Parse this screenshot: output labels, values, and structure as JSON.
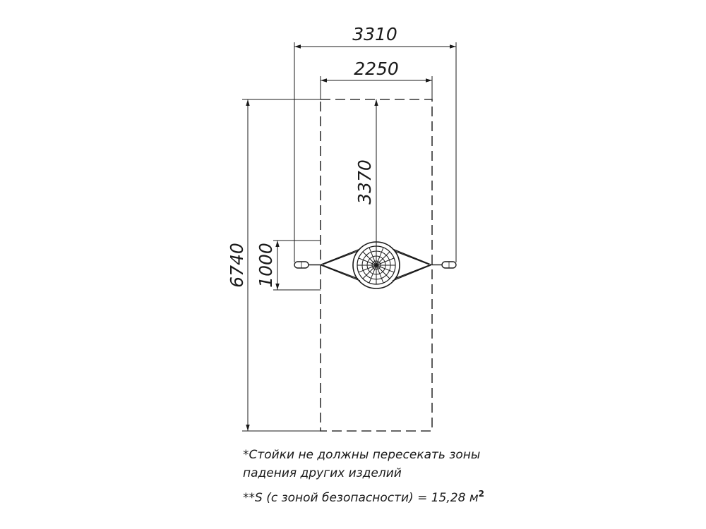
{
  "dimensions": {
    "overall_width": "3310",
    "zone_width": "2250",
    "overall_length": "6740",
    "half_length": "3370",
    "swing_depth": "1000"
  },
  "notes": {
    "line_1": "*Стойки не должны пересекать зоны",
    "line_2": "падения других изделий",
    "line_3": "**S (с зоной безопасности) = 15,28  м",
    "line_3_superscript": "2"
  },
  "colors": {
    "line": "#1a1a1a",
    "zone_dash": "#333333"
  }
}
